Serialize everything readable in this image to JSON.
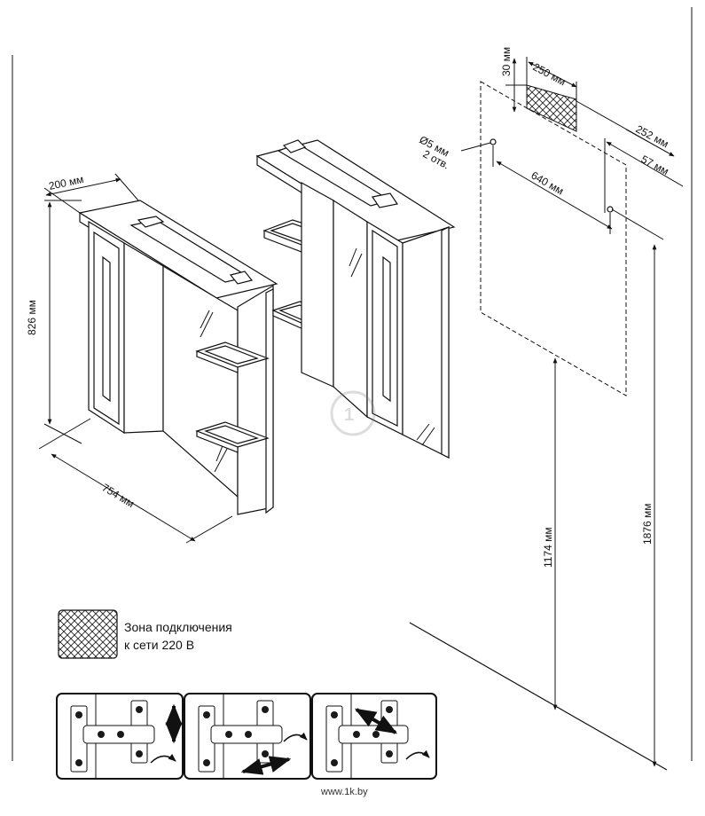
{
  "dimensions": {
    "depth": "200 мм",
    "height": "826 мм",
    "width": "754 мм",
    "zone_offset": "30 мм",
    "zone_width": "250 мм",
    "hole_spec_1": "Ø5 мм",
    "hole_spec_2": "2 отв.",
    "hole_spacing": "640 мм",
    "right_offset_1": "252 мм",
    "right_offset_2": "57 мм",
    "mount_height_1": "1174 мм",
    "mount_height_2": "1876 мм"
  },
  "legend": {
    "line1": "Зона подключения",
    "line2": "к сети 220 В"
  },
  "watermark": "www.1k.by",
  "icons": [
    "hinge-adjust-vertical-icon",
    "hinge-adjust-horizontal-icon",
    "hinge-adjust-depth-icon"
  ]
}
